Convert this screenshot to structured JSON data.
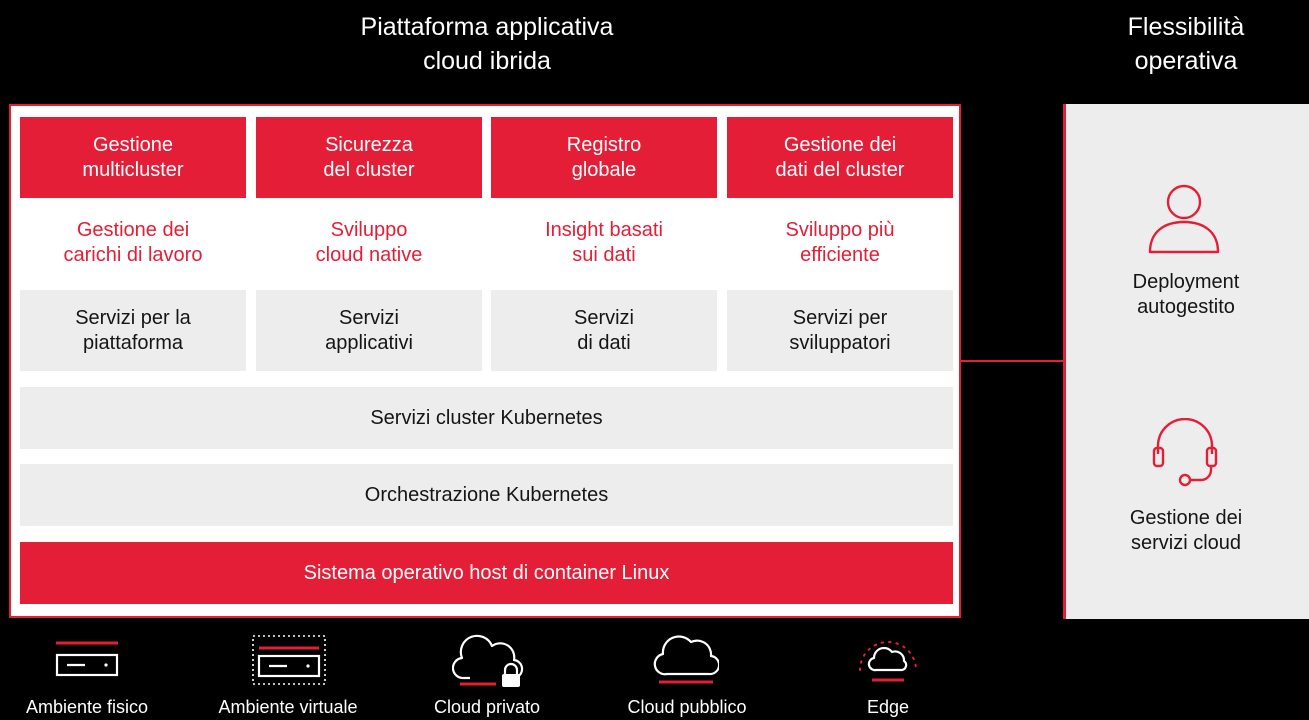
{
  "header": {
    "main_title": "Piattaforma applicativa\ncloud ibrida",
    "side_title": "Flessibilità\noperativa"
  },
  "capabilities": [
    "Gestione\nmulticluster",
    "Sicurezza\ndel cluster",
    "Registro\nglobale",
    "Gestione dei\ndati del cluster"
  ],
  "benefits": [
    "Gestione dei\ncarichi di lavoro",
    "Sviluppo\ncloud native",
    "Insight basati\nsui dati",
    "Sviluppo più\nefficiente"
  ],
  "services": [
    "Servizi per la\npiattaforma",
    "Servizi\napplicativi",
    "Servizi\ndi dati",
    "Servizi per\nsviluppatori"
  ],
  "layers": {
    "cluster_services": "Servizi cluster Kubernetes",
    "orchestration": "Orchestrazione Kubernetes",
    "host_os": "Sistema operativo host di container Linux"
  },
  "side_panel": {
    "deployment": "Deployment\nautogestito",
    "managed": "Gestione dei\nservizi cloud",
    "deployment_icon": "person-icon",
    "managed_icon": "headset-icon"
  },
  "environments": [
    {
      "label": "Ambiente fisico",
      "icon": "physical-server-icon"
    },
    {
      "label": "Ambiente virtuale",
      "icon": "virtual-server-icon"
    },
    {
      "label": "Cloud privato",
      "icon": "private-cloud-icon"
    },
    {
      "label": "Cloud pubblico",
      "icon": "public-cloud-icon"
    },
    {
      "label": "Edge",
      "icon": "edge-cloud-icon"
    }
  ],
  "colors": {
    "accent": "#e41e36",
    "panel_gray": "#ededed",
    "background": "#000000",
    "text_dark": "#151515"
  }
}
